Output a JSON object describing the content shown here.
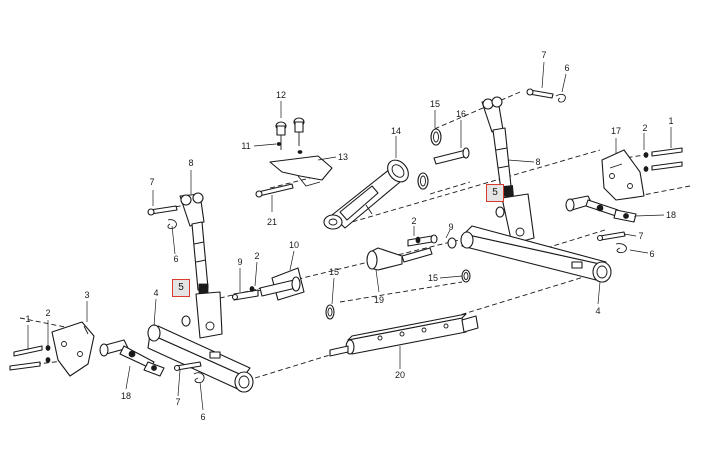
{
  "diagram": {
    "highlight_color": "#d9392f",
    "line_color": "#1a1a1a",
    "callouts": [
      {
        "id": "c-12",
        "label": "12",
        "part": "bolt"
      },
      {
        "id": "c-11",
        "label": "11",
        "part": "washer"
      },
      {
        "id": "c-13",
        "label": "13",
        "part": "top-link-bracket"
      },
      {
        "id": "c-21",
        "label": "21",
        "part": "pin"
      },
      {
        "id": "c-14",
        "label": "14",
        "part": "top-link"
      },
      {
        "id": "c-15a",
        "label": "15",
        "part": "retaining-ring"
      },
      {
        "id": "c-16",
        "label": "16",
        "part": "pin"
      },
      {
        "id": "c-7a",
        "label": "7",
        "part": "pin"
      },
      {
        "id": "c-6a",
        "label": "6",
        "part": "spring-clip"
      },
      {
        "id": "c-8a",
        "label": "8",
        "part": "lift-rod"
      },
      {
        "id": "c-5a",
        "label": "5",
        "part": "washer",
        "highlighted": true
      },
      {
        "id": "c-17",
        "label": "17",
        "part": "bracket"
      },
      {
        "id": "c-2a",
        "label": "2",
        "part": "washer"
      },
      {
        "id": "c-1a",
        "label": "1",
        "part": "bolt"
      },
      {
        "id": "c-18a",
        "label": "18",
        "part": "stabilizer"
      },
      {
        "id": "c-7b",
        "label": "7",
        "part": "pin"
      },
      {
        "id": "c-6b",
        "label": "6",
        "part": "spring-clip"
      },
      {
        "id": "c-4a",
        "label": "4",
        "part": "lower-link"
      },
      {
        "id": "c-2b",
        "label": "2",
        "part": "washer"
      },
      {
        "id": "c-9a",
        "label": "9",
        "part": "pin"
      },
      {
        "id": "c-19",
        "label": "19",
        "part": "pin"
      },
      {
        "id": "c-15b",
        "label": "15",
        "part": "retaining-ring"
      },
      {
        "id": "c-15c",
        "label": "15",
        "part": "retaining-ring"
      },
      {
        "id": "c-20",
        "label": "20",
        "part": "cross-shaft"
      },
      {
        "id": "c-8b",
        "label": "8",
        "part": "lift-rod"
      },
      {
        "id": "c-7c",
        "label": "7",
        "part": "pin"
      },
      {
        "id": "c-6c",
        "label": "6",
        "part": "spring-clip"
      },
      {
        "id": "c-9b",
        "label": "9",
        "part": "pin"
      },
      {
        "id": "c-2c",
        "label": "2",
        "part": "washer"
      },
      {
        "id": "c-10",
        "label": "10",
        "part": "bracket"
      },
      {
        "id": "c-5b",
        "label": "5",
        "part": "washer",
        "highlighted": true
      },
      {
        "id": "c-4b",
        "label": "4",
        "part": "lower-link"
      },
      {
        "id": "c-3",
        "label": "3",
        "part": "bracket"
      },
      {
        "id": "c-2d",
        "label": "2",
        "part": "washer"
      },
      {
        "id": "c-1b",
        "label": "1",
        "part": "bolt"
      },
      {
        "id": "c-18b",
        "label": "18",
        "part": "stabilizer"
      },
      {
        "id": "c-7d",
        "label": "7",
        "part": "pin"
      },
      {
        "id": "c-6d",
        "label": "6",
        "part": "spring-clip"
      }
    ]
  }
}
